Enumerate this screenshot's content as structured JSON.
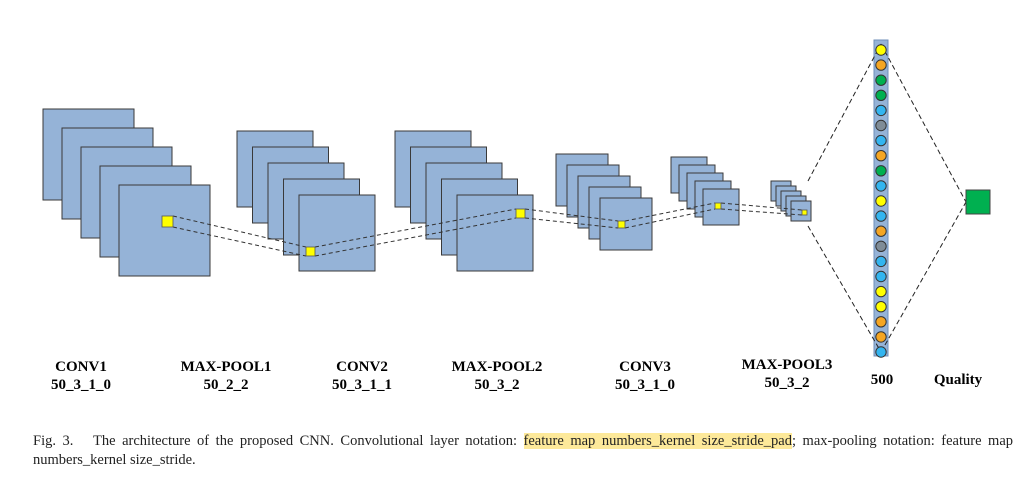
{
  "figure": {
    "layers": [
      {
        "name": "CONV1",
        "params": "50_3_1_0"
      },
      {
        "name": "MAX-POOL1",
        "params": "50_2_2"
      },
      {
        "name": "CONV2",
        "params": "50_3_1_1"
      },
      {
        "name": "MAX-POOL2",
        "params": "50_3_2"
      },
      {
        "name": "CONV3",
        "params": "50_3_1_0"
      },
      {
        "name": "MAX-POOL3",
        "params": "50_3_2"
      }
    ],
    "fc_label": "500",
    "output_label": "Quality",
    "neuron_colors": [
      "yellow",
      "orange",
      "green",
      "green",
      "blue",
      "gray",
      "blue",
      "orange",
      "green",
      "blue",
      "yellow",
      "blue",
      "orange",
      "gray",
      "blue",
      "blue",
      "yellow",
      "yellow",
      "orange",
      "orange",
      "blue"
    ],
    "colors": {
      "feature_map": "#95b3d7",
      "kernel": "#ffff00",
      "output_node": "#00b050",
      "fc_bar": "#95b3d7",
      "highlight": "#fde99a",
      "neuron_yellow": "#ffff00",
      "neuron_orange": "#f5a623",
      "neuron_green": "#00b050",
      "neuron_blue": "#33b5f0",
      "neuron_gray": "#7f8c97"
    }
  },
  "caption": {
    "prefix": "Fig. 3.",
    "text_before": "The architecture of the proposed CNN. Convolutional layer notation: ",
    "highlighted": "feature map numbers_kernel size_stride_pad",
    "text_after": "; max-pooling notation: feature map numbers_kernel size_stride."
  }
}
